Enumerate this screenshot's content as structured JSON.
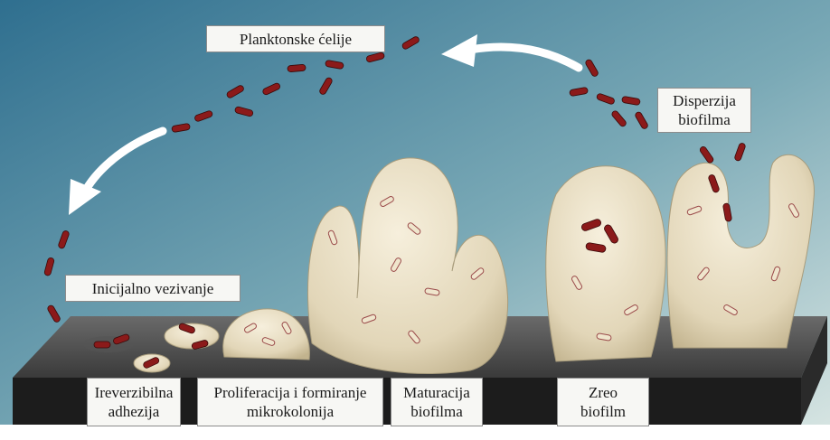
{
  "labels": {
    "planktonic": "Planktonske ćelije",
    "dispersion": "Disperzija\nbiofilma",
    "initial_attachment": "Inicijalno vezivanje",
    "irreversible": "Ireverzibilna\nadhezija",
    "proliferation": "Proliferacija i formiranje\nmikrokolonija",
    "maturation": "Maturacija\nbiofilma",
    "mature": "Zreo\nbiofilm"
  },
  "colors": {
    "background_top": "#3f7f9d",
    "background_bottom": "#c8dcdc",
    "surface_top": "#4a4a4a",
    "surface_front": "#1e1e1e",
    "biofilm": "#e6dcc1",
    "biofilm_edge": "#a89c7c",
    "bacterium": "#8b1a1a",
    "arrow": "#ffffff"
  }
}
